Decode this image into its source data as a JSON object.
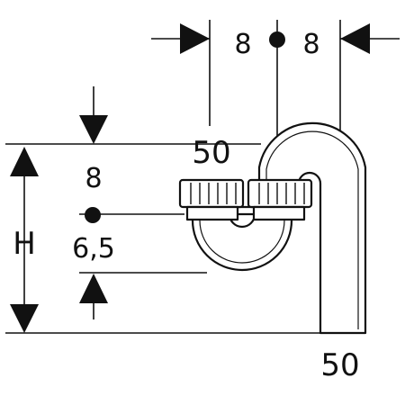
{
  "diagram": {
    "labels": {
      "top_left_8": "8",
      "top_right_8": "8",
      "top_50": "50",
      "side_8": "8",
      "side_6_5": "6,5",
      "height": "H",
      "bottom_50": "50"
    },
    "colors": {
      "ink": "#111111",
      "paper": "#ffffff"
    }
  }
}
